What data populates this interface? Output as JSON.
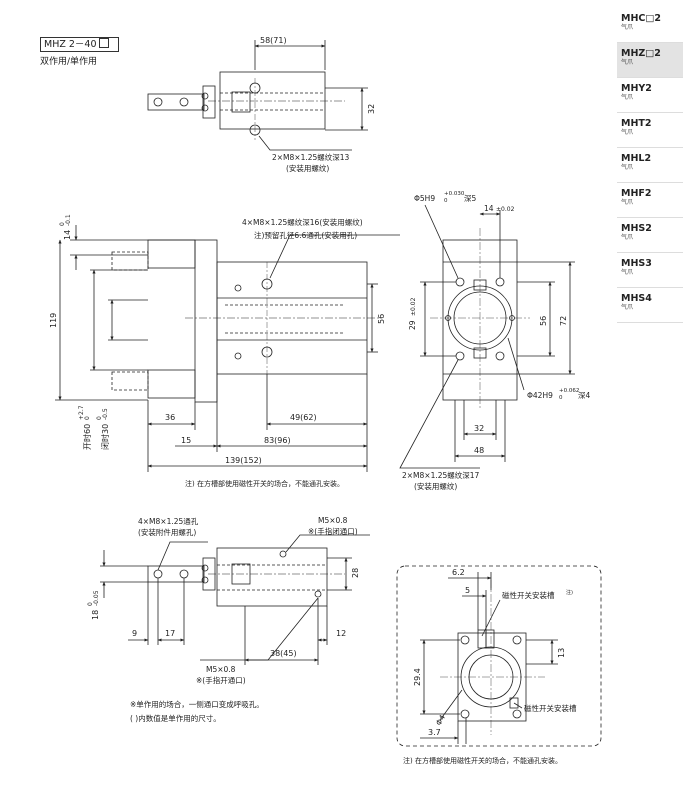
{
  "header": {
    "model_prefix": "MHZ 2－40",
    "subtitle": "双作用/单作用"
  },
  "side_nav": [
    {
      "model": "MHC□2",
      "sub": "气爪",
      "active": false
    },
    {
      "model": "MHZ□2",
      "sub": "气爪",
      "active": true
    },
    {
      "model": "MHY2",
      "sub": "气爪",
      "active": false
    },
    {
      "model": "MHT2",
      "sub": "气爪",
      "active": false
    },
    {
      "model": "MHL2",
      "sub": "气爪",
      "active": false
    },
    {
      "model": "MHF2",
      "sub": "气爪",
      "active": false
    },
    {
      "model": "MHS2",
      "sub": "气爪",
      "active": false
    },
    {
      "model": "MHS3",
      "sub": "气爪",
      "active": false
    },
    {
      "model": "MHS4",
      "sub": "气爪",
      "active": false
    }
  ],
  "top_view": {
    "dim_58": "58(71)",
    "dim_32": "32",
    "callout_line1": "2×M8×1.25螺纹深13",
    "callout_line2": "(安装用螺纹)"
  },
  "front_view": {
    "callout_line1": "4×M8×1.25螺纹深16(安装用螺纹)",
    "callout_line2": "注)预留孔径6.6通孔(安装用孔)",
    "dim_14": "14",
    "dim_14_tol_upper": "0",
    "dim_14_tol_lower": "-0.1",
    "dim_119": "119",
    "dim_open": "开时60",
    "dim_open_tol_upper": "+2.7",
    "dim_open_tol_lower": "0",
    "dim_closed": "闭时30",
    "dim_closed_tol_upper": "0",
    "dim_closed_tol_lower": "-0.5",
    "dim_56": "56",
    "dim_36": "36",
    "dim_15": "15",
    "dim_49": "49(62)",
    "dim_83": "83(96)",
    "dim_139": "139(152)",
    "note": "注) 在方槽部使用磁性开关的场合，不能通孔安装。"
  },
  "end_view": {
    "phi5": "Φ5H9",
    "phi5_tol_upper": "+0.030",
    "phi5_tol_lower": "0",
    "phi5_depth": "深5",
    "dim_14": "14",
    "dim_14_tol": "±0.02",
    "dim_29": "29",
    "dim_29_tol": "±0.02",
    "dim_56": "56",
    "dim_72": "72",
    "phi42": "Φ42H9",
    "phi42_tol_upper": "+0.062",
    "phi42_tol_lower": "0",
    "phi42_depth": "深4",
    "dim_32": "32",
    "dim_48": "48",
    "callout_line1": "2×M8×1.25螺纹深17",
    "callout_line2": "(安装用螺纹)"
  },
  "bottom_view": {
    "callout_line1": "4×M8×1.25通孔",
    "callout_line2": "(安装附件用螺孔)",
    "port_close_1": "M5×0.8",
    "port_close_2": "※(手指闭通口)",
    "dim_28": "28",
    "dim_18": "18",
    "dim_18_tol_upper": "0",
    "dim_18_tol_lower": "-0.05",
    "dim_9": "9",
    "dim_17": "17",
    "dim_12": "12",
    "dim_38": "38(45)",
    "port_open_1": "M5×0.8",
    "port_open_2": "※(手指开通口)",
    "footnote_1": "※单作用的场合，一侧通口变成呼吸孔。",
    "footnote_2": "( )内数值是单作用的尺寸。"
  },
  "detail_view": {
    "dim_6_2": "6.2",
    "dim_5": "5",
    "slot_label_1": "磁性开关安装槽",
    "slot_label_1_note": "注)",
    "dim_13": "13",
    "dim_29_4": "29.4",
    "dim_phi4": "Φ4",
    "slot_label_2": "磁性开关安装槽",
    "dim_3_7": "3.7",
    "note": "注) 在方槽部使用磁性开关的场合，不能通孔安装。"
  }
}
